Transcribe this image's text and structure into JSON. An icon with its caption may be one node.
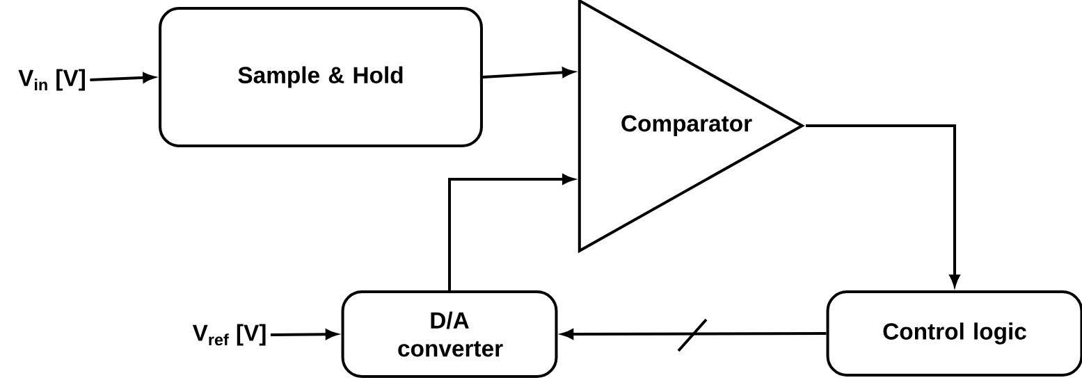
{
  "diagram": {
    "nodes": [
      {
        "text": [
          "V$_{in}$ [V]"
        ]
      },
      {
        "text": [
          "Sample & Hold"
        ]
      },
      {
        "text": [
          "Comparator"
        ]
      },
      {
        "text": [
          "V$_{ref}$ [V]"
        ]
      },
      {
        "text": [
          "D/A converter"
        ]
      },
      {
        "text": [
          "Control logic"
        ]
      }
    ],
    "edges": [
      {
        "from": 0,
        "to": 1,
        "arrow": "to"
      },
      {
        "from": 1,
        "to": 2,
        "arrow": "to"
      },
      {
        "from": 2,
        "to": 5,
        "arrow": "to"
      },
      {
        "from": 5,
        "to": 4,
        "arrow": "to"
      },
      {
        "from": 3,
        "to": 4,
        "arrow": "to"
      },
      {
        "from": 4,
        "to": 2,
        "arrow": "to"
      }
    ]
  }
}
